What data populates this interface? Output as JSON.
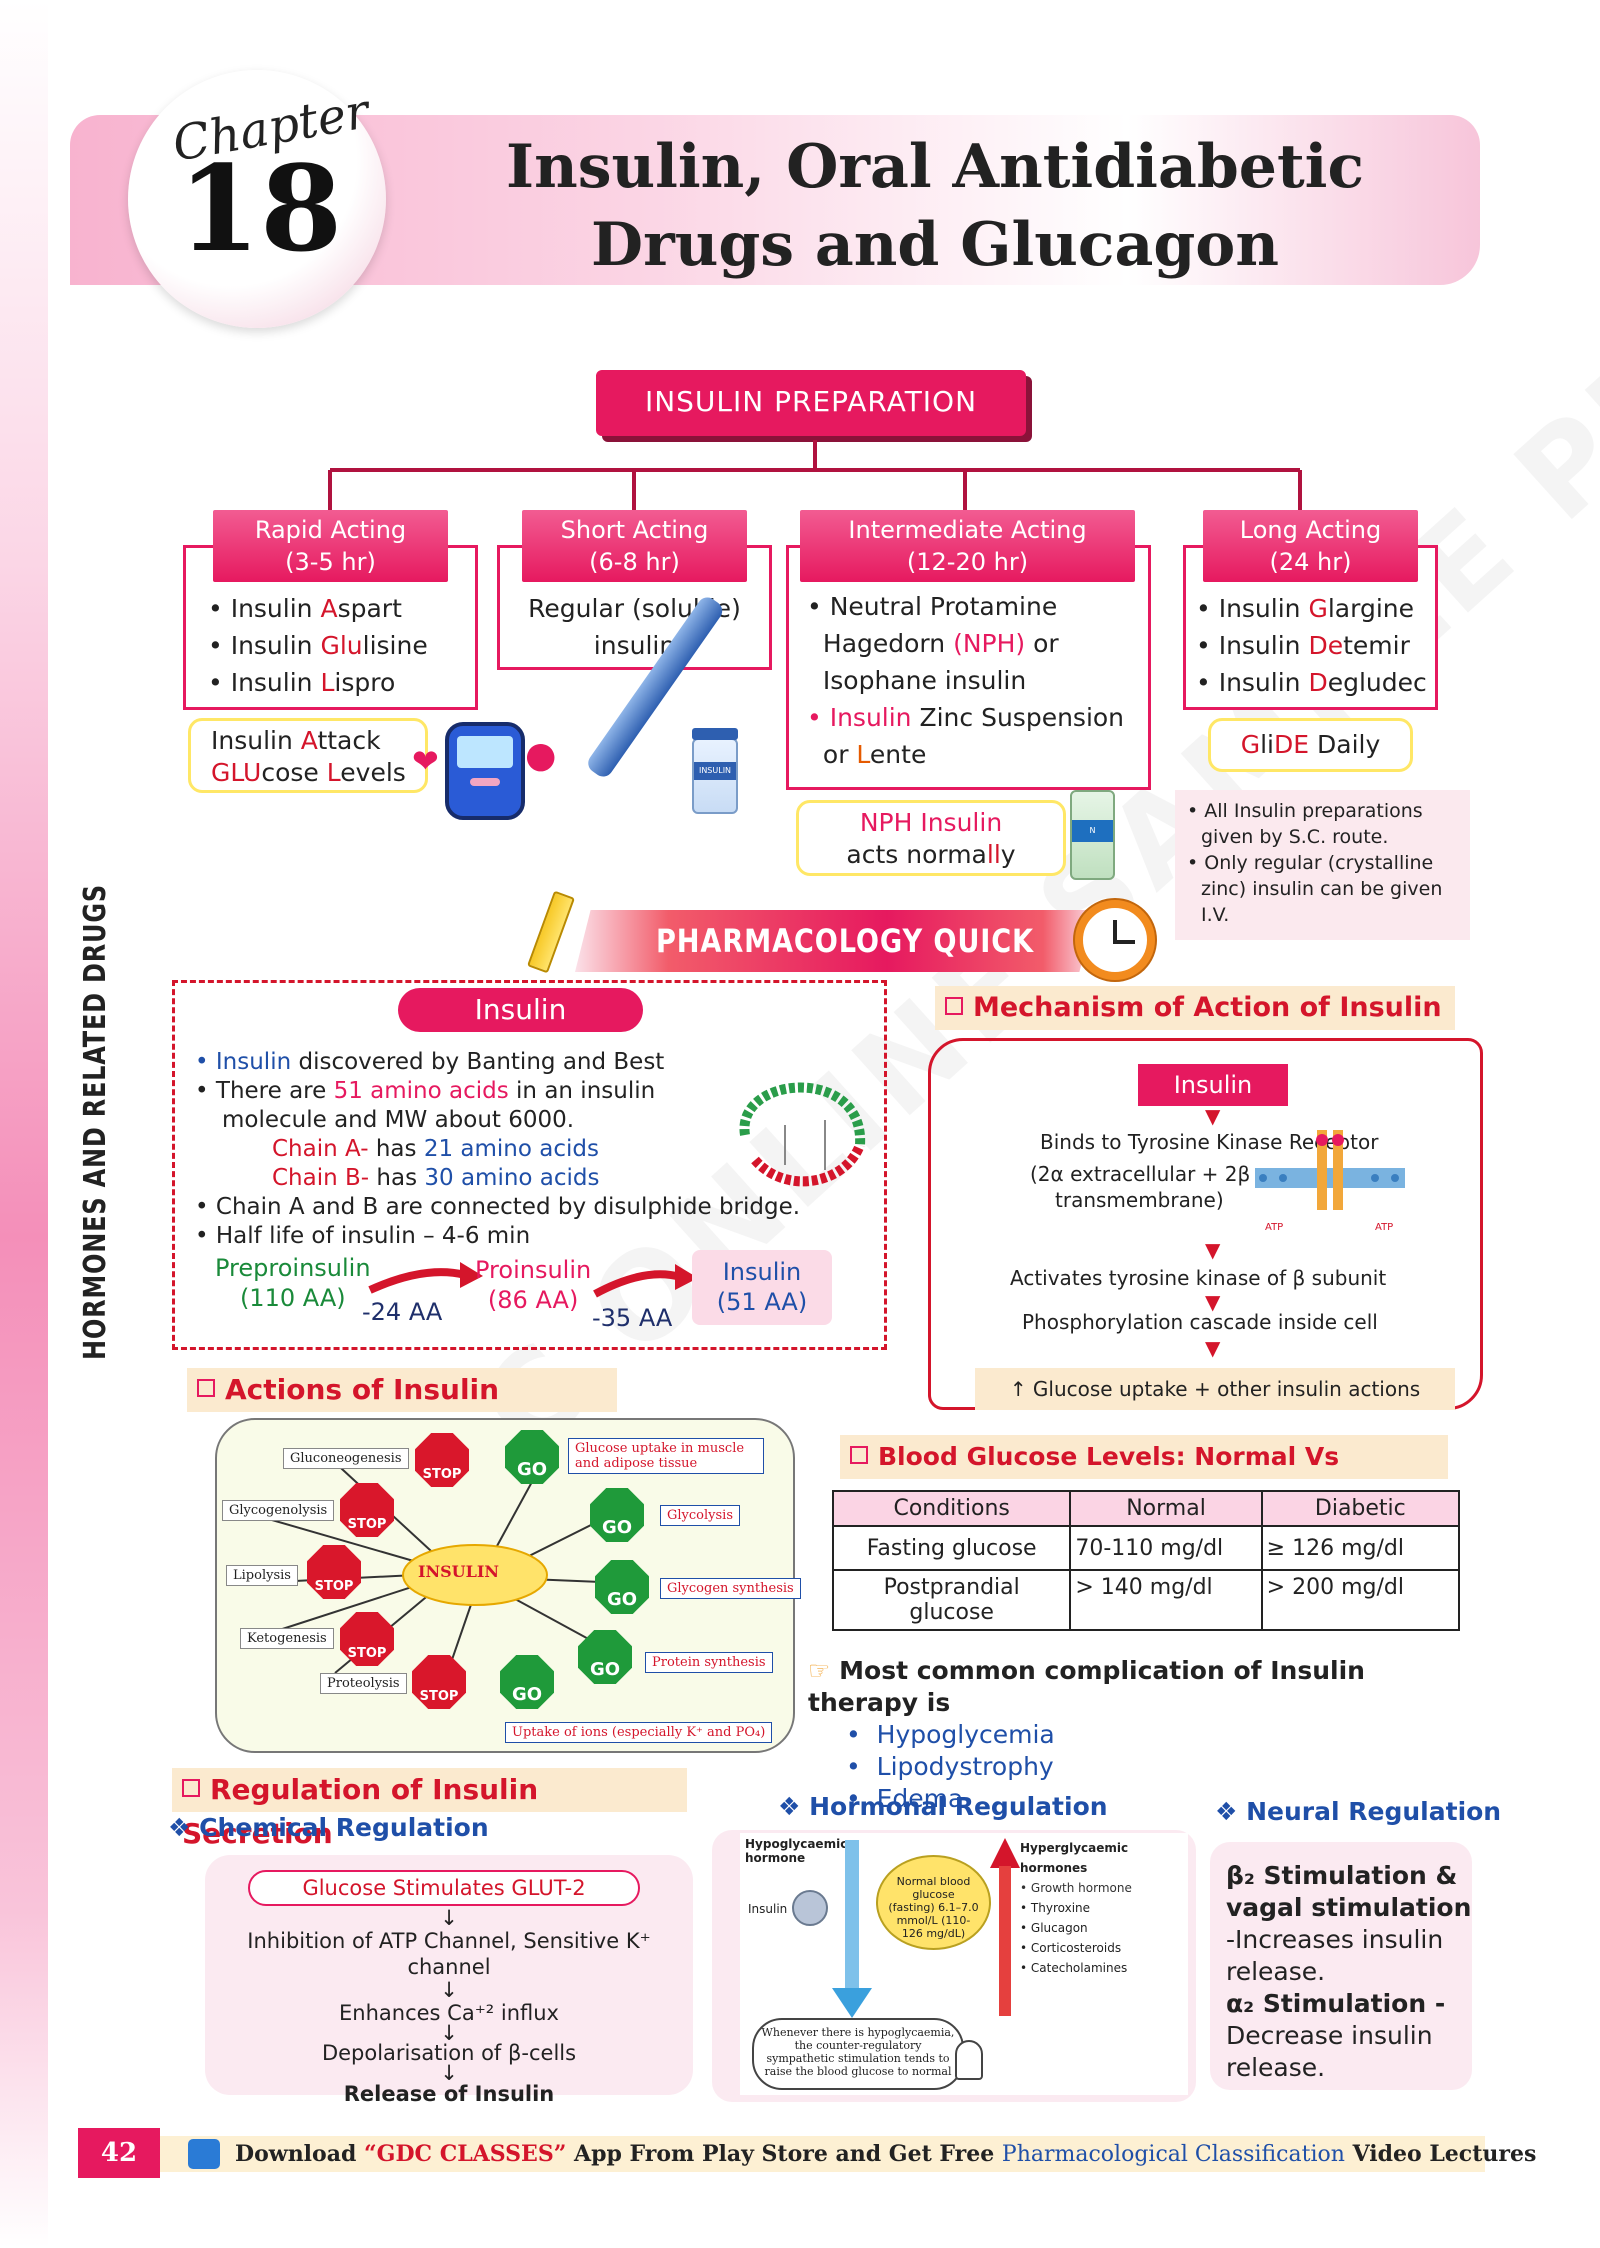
{
  "side_title": "HORMONES AND RELATED DRUGS",
  "chapter": {
    "word": "Chapter",
    "number": "18"
  },
  "title": {
    "line1": "Insulin, Oral Antidiabetic",
    "line2": "Drugs and Glucagon"
  },
  "prep": {
    "root": "INSULIN PREPARATION",
    "rapid": {
      "h1": "Rapid Acting",
      "h2": "(3-5 hr)"
    },
    "short": {
      "h1": "Short Acting",
      "h2": "(6-8 hr)",
      "b1": "Regular (soluble)",
      "b2": "insulin"
    },
    "inter": {
      "h1": "Intermediate Acting",
      "h2": "(12-20 hr)"
    },
    "long": {
      "h1": "Long Acting",
      "h2": "(24 hr)"
    },
    "mnem_long": {
      "a": "G",
      "b": "li",
      "c": "DE",
      "d": " Daily"
    },
    "notes": [
      "All Insulin preparations given by S.C. route.",
      "Only regular (crystalline zinc) insulin can be given I.V."
    ]
  },
  "recap": "PHARMACOLOGY QUICK RECAP",
  "insulin": {
    "pill": "Insulin",
    "l1a": "Insulin",
    "l1b": " discovered by Banting and Best",
    "l2a": "There are ",
    "l2b": "51 amino  acids",
    "l2c": " in an insulin",
    "l3": "molecule and MW about 6000.",
    "l4a": "Chain A-",
    "l4b": " has ",
    "l4c": "21 amino acids",
    "l5a": "Chain B-",
    "l5b": " has ",
    "l5c": "30 amino acids",
    "l6": "Chain A and B are connected by disulphide bridge.",
    "l7": "Half life of insulin – 4-6 min",
    "pre1": "Preproinsulin",
    "pre2": "(110 AA)",
    "cut1": "-24 AA",
    "pro1": "Proinsulin",
    "pro2": "(86 AA)",
    "cut2": "-35 AA",
    "ins1": "Insulin",
    "ins2": "(51 AA)"
  },
  "moa": {
    "title": "Mechanism of Action of Insulin",
    "pill": "Insulin",
    "s1": "Binds to Tyrosine Kinase Receptor",
    "s2a": "(2α extracellular + 2β",
    "s2b": "transmembrane)",
    "s3": "Activates tyrosine kinase of β subunit",
    "s4": "Phosphorylation cascade inside cell",
    "s5": "↑ Glucose uptake + other insulin actions"
  },
  "actions": {
    "title": "Actions of Insulin",
    "center": "INSULIN",
    "stop": "STOP",
    "go": "GO",
    "gluconeogenesis": "Gluconeogenesis",
    "glycogenolysis": "Glycogenolysis",
    "lipolysis": "Lipolysis",
    "ketogenesis": "Ketogenesis",
    "proteolysis": "Proteolysis",
    "uptake": "Glucose uptake in muscle and adipose tissue",
    "glycolysis": "Glycolysis",
    "glycogen": "Glycogen synthesis",
    "protein": "Protein synthesis",
    "ions": "Uptake of ions (especially K⁺ and PO₄)"
  },
  "bg": {
    "title": "Blood Glucose Levels: Normal Vs Diabetic",
    "headers": [
      "Conditions",
      "Normal",
      "Diabetic"
    ],
    "r1": [
      "Fasting glucose",
      "70-110 mg/dl",
      "≥ 126 mg/dl"
    ],
    "r2a": "Postprandial",
    "r2b": "glucose",
    "r2n": "> 140 mg/dl",
    "r2d": "> 200 mg/dl"
  },
  "complications": {
    "title": "Most common complication of Insulin therapy is",
    "items": [
      "Hypoglycemia",
      "Lipodystrophy",
      "Edema"
    ]
  },
  "regulation": {
    "title": "Regulation of Insulin Secretion",
    "chem": "Chemical Regulation",
    "c1": "Glucose Stimulates GLUT-2",
    "c2": "Inhibition of ATP Channel, Sensitive K⁺ channel",
    "c3": "Enhances Ca⁺² influx",
    "c4": "Depolarisation of β-cells",
    "c5": "Release of Insulin",
    "hormonal": "Hormonal Regulation",
    "hypo_h": "Hypoglycaemic hormone",
    "hypo_i": "Insulin",
    "normal": "Normal blood glucose (fasting) 6.1–7.0 mmol/L (110-126 mg/dL)",
    "hyper_t": "Hyperglycaemic hormones",
    "hyper": [
      "Growth hormone",
      "Thyroxine",
      "Glucagon",
      "Corticosteroids",
      "Catecholamines"
    ],
    "bubble": "Whenever there is hypoglycaemia, the counter-regulatory sympathetic stimulation tends to raise the blood glucose to normal",
    "neural": "Neural Regulation",
    "n1": "β₂ Stimulation &",
    "n2": "vagal stimulation",
    "n3": "-Increases insulin",
    "n4": "release.",
    "n5": "α₂ Stimulation -",
    "n6": "Decrease insulin",
    "n7": "release."
  },
  "footer": {
    "page": "42",
    "a": "Download ",
    "b": "“GDC CLASSES”",
    "c": " App From Play Store and Get Free ",
    "d": "Pharmacological Classification",
    "e": " Video Lectures"
  },
  "watermark": "GDC ONLINE SAMPLE PDF"
}
